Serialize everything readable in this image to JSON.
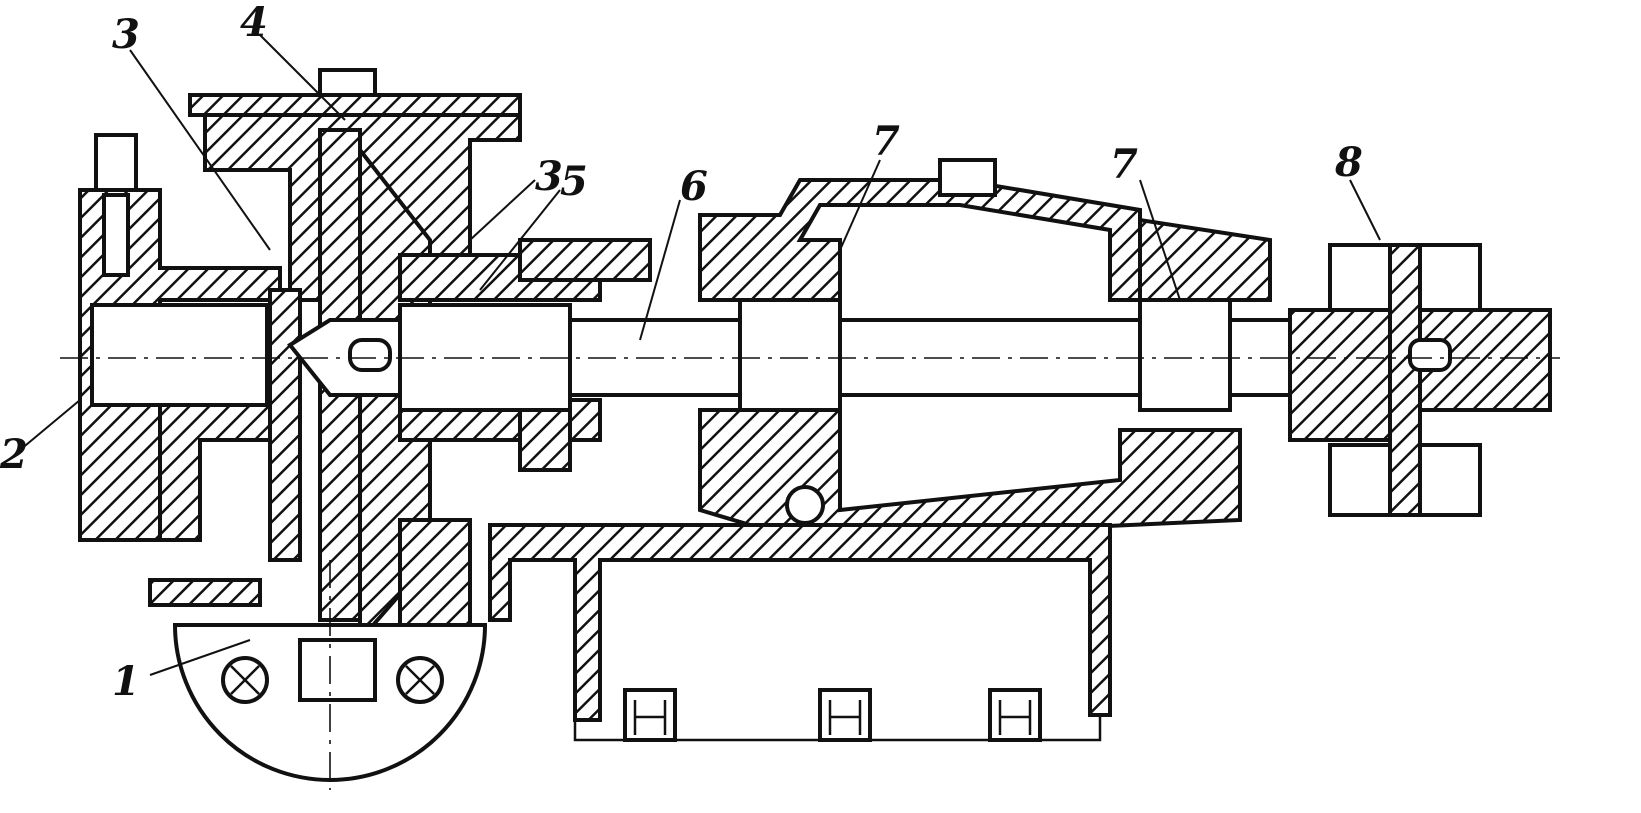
{
  "labels": {
    "l_1": "1",
    "l_2": "2",
    "l_3a": "3",
    "l_3b": "3",
    "l_4": "4",
    "l_5": "5",
    "l_6": "6",
    "l_7a": "7",
    "l_7b": "7",
    "l_8": "8"
  },
  "colors": {
    "ink": "#111111",
    "paper": "#ffffff"
  }
}
